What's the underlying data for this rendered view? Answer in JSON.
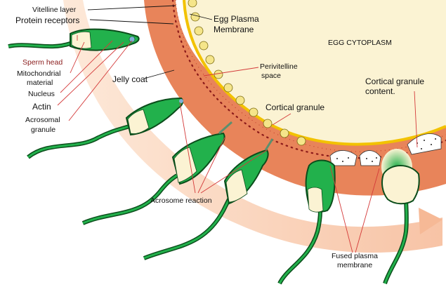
{
  "labels": {
    "vitelline_layer": "Vitelline layer",
    "protein_receptors": "Protein receptors",
    "egg_plasma_membrane_1": "Egg Plasma",
    "egg_plasma_membrane_2": "Membrane",
    "egg_cytoplasm": "EGG CYTOPLASM",
    "sperm_head": "Sperm head",
    "mitochondrial_1": "Mitochondrial",
    "mitochondrial_2": "material",
    "nucleus": "Nucleus",
    "actin": "Actin",
    "acrosomal_1": "Acrosomal",
    "acrosomal_2": "granule",
    "jelly_coat": "Jelly coat",
    "perivitelline_1": "Perivitelline",
    "perivitelline_2": "space",
    "cortical_granule": "Cortical granule",
    "cortical_content_1": "Cortical granule",
    "cortical_content_2": "content.",
    "acrosome_reaction": "Acrosome reaction",
    "fused_1": "Fused plasma",
    "fused_2": "membrane"
  },
  "colors": {
    "cytoplasm": "#fbf3d3",
    "membrane": "#f2c200",
    "vitelline": "#e8845a",
    "jelly": "#f7c9a6",
    "sperm_fill": "#22b14c",
    "sperm_outline": "#0b4d1b",
    "granule": "#f5e58a",
    "leader_red": "#d43a3a",
    "sperm_head_label": "#8a1c1c"
  }
}
